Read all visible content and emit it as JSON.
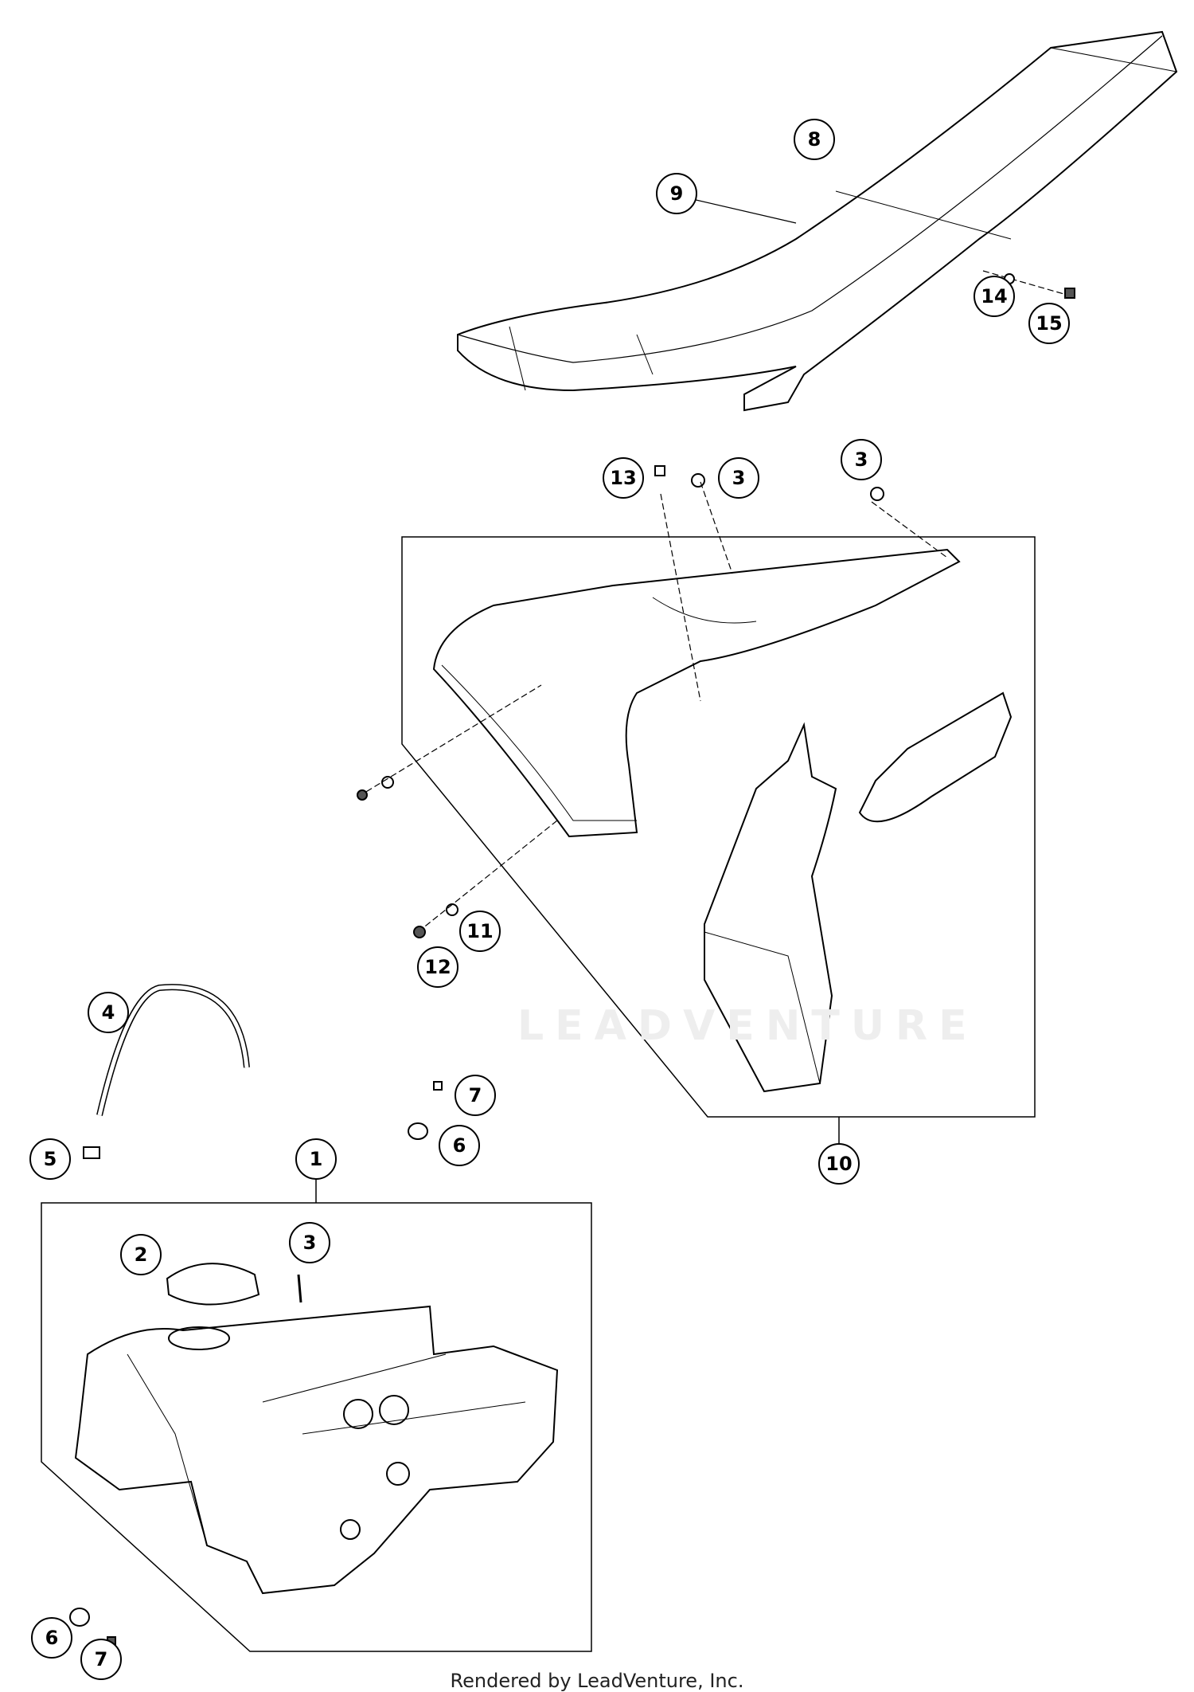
{
  "diagram": {
    "watermark": "LEADVENTURE",
    "callouts": [
      {
        "id": "c8",
        "label": "8"
      },
      {
        "id": "c9",
        "label": "9"
      },
      {
        "id": "c14",
        "label": "14"
      },
      {
        "id": "c15",
        "label": "15"
      },
      {
        "id": "c13",
        "label": "13"
      },
      {
        "id": "c3a",
        "label": "3"
      },
      {
        "id": "c3b",
        "label": "3"
      },
      {
        "id": "c11",
        "label": "11"
      },
      {
        "id": "c12",
        "label": "12"
      },
      {
        "id": "c4",
        "label": "4"
      },
      {
        "id": "c7a",
        "label": "7"
      },
      {
        "id": "c6a",
        "label": "6"
      },
      {
        "id": "c5",
        "label": "5"
      },
      {
        "id": "c10",
        "label": "10"
      },
      {
        "id": "c1",
        "label": "1"
      },
      {
        "id": "c2",
        "label": "2"
      },
      {
        "id": "c3c",
        "label": "3"
      },
      {
        "id": "c6b",
        "label": "6"
      },
      {
        "id": "c7b",
        "label": "7"
      }
    ]
  },
  "footer": {
    "text": "Rendered by LeadVenture, Inc."
  }
}
